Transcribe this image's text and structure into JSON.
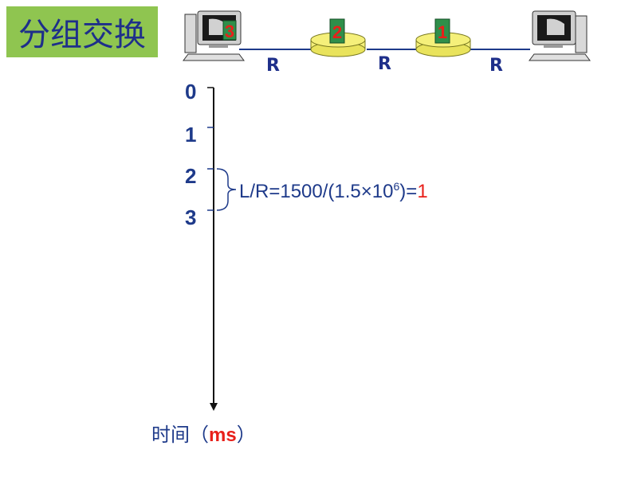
{
  "title": "分组交换",
  "network": {
    "link_label": "R",
    "packets": [
      {
        "node": "host-left",
        "number": "3"
      },
      {
        "node": "router-1",
        "number": "2"
      },
      {
        "node": "router-2",
        "number": "1"
      }
    ]
  },
  "timeline": {
    "ticks": [
      "0",
      "1",
      "2",
      "3"
    ],
    "formula": {
      "prefix": "L/R=1500/(1.5",
      "times": "×",
      "base": "10",
      "exponent": "6",
      "suffix": ")=",
      "result": "1"
    },
    "axis_label": "时间（",
    "axis_unit": "ms",
    "axis_label_close": "）"
  },
  "colors": {
    "title_bg": "#8fc550",
    "text_blue": "#1e3a8a",
    "accent_red": "#e8201a",
    "router_yellow": "#f5f07a",
    "packet_green": "#2f8f4a"
  }
}
